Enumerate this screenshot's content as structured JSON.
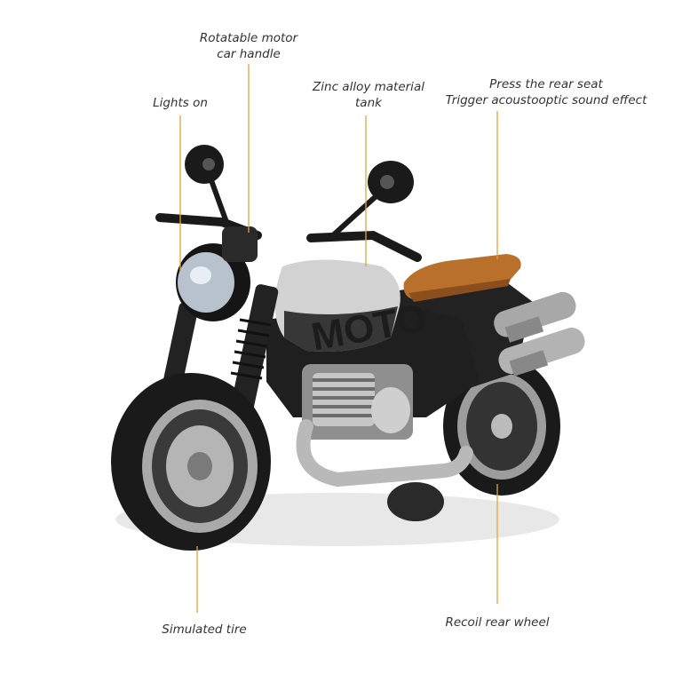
{
  "callouts": {
    "lights": {
      "line1": "Lights on"
    },
    "handle": {
      "line1": "Rotatable motor",
      "line2": "car handle"
    },
    "tank": {
      "line1": "Zinc alloy material",
      "line2": "tank"
    },
    "seat": {
      "line1": "Press the rear seat",
      "line2": "Trigger acoustooptic sound effect"
    },
    "tire": {
      "line1": "Simulated tire"
    },
    "wheel": {
      "line1": "Recoil rear wheel"
    }
  },
  "product": {
    "tank_text": "MOTO",
    "icon": "toy-motorcycle-icon"
  },
  "colors": {
    "leader_line": "#e3a33a",
    "seat": "#b8702a",
    "body": "#1c1c1c",
    "chrome": "#b9b9b9",
    "tank": "#d2d2d2"
  }
}
